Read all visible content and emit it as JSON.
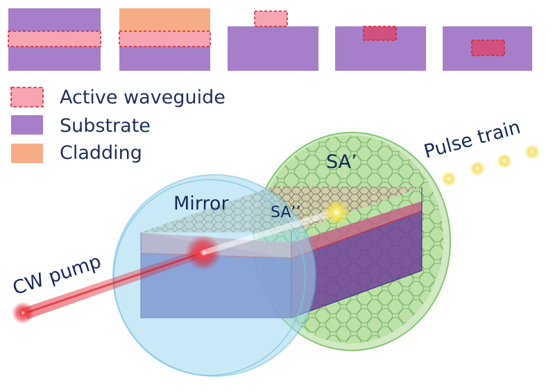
{
  "legend": {
    "active_waveguide": "Active waveguide",
    "substrate": "Substrate",
    "cladding": "Cladding"
  },
  "labels": {
    "mirror": "Mirror",
    "sa_prime": "SA’",
    "sa_double_prime": "SA’’",
    "cw_pump": "CW pump",
    "pulse_train": "Pulse train"
  },
  "colors": {
    "substrate": "#a77ec9",
    "cladding": "#f6ac85",
    "active_waveguide": "#f7a5b1",
    "active_outline": "#d02838",
    "mirror_disk": "#9fd8ef",
    "sa_disk": "#a9dc8e",
    "laser": "#e0202b",
    "pulse": "#f3dc45"
  }
}
